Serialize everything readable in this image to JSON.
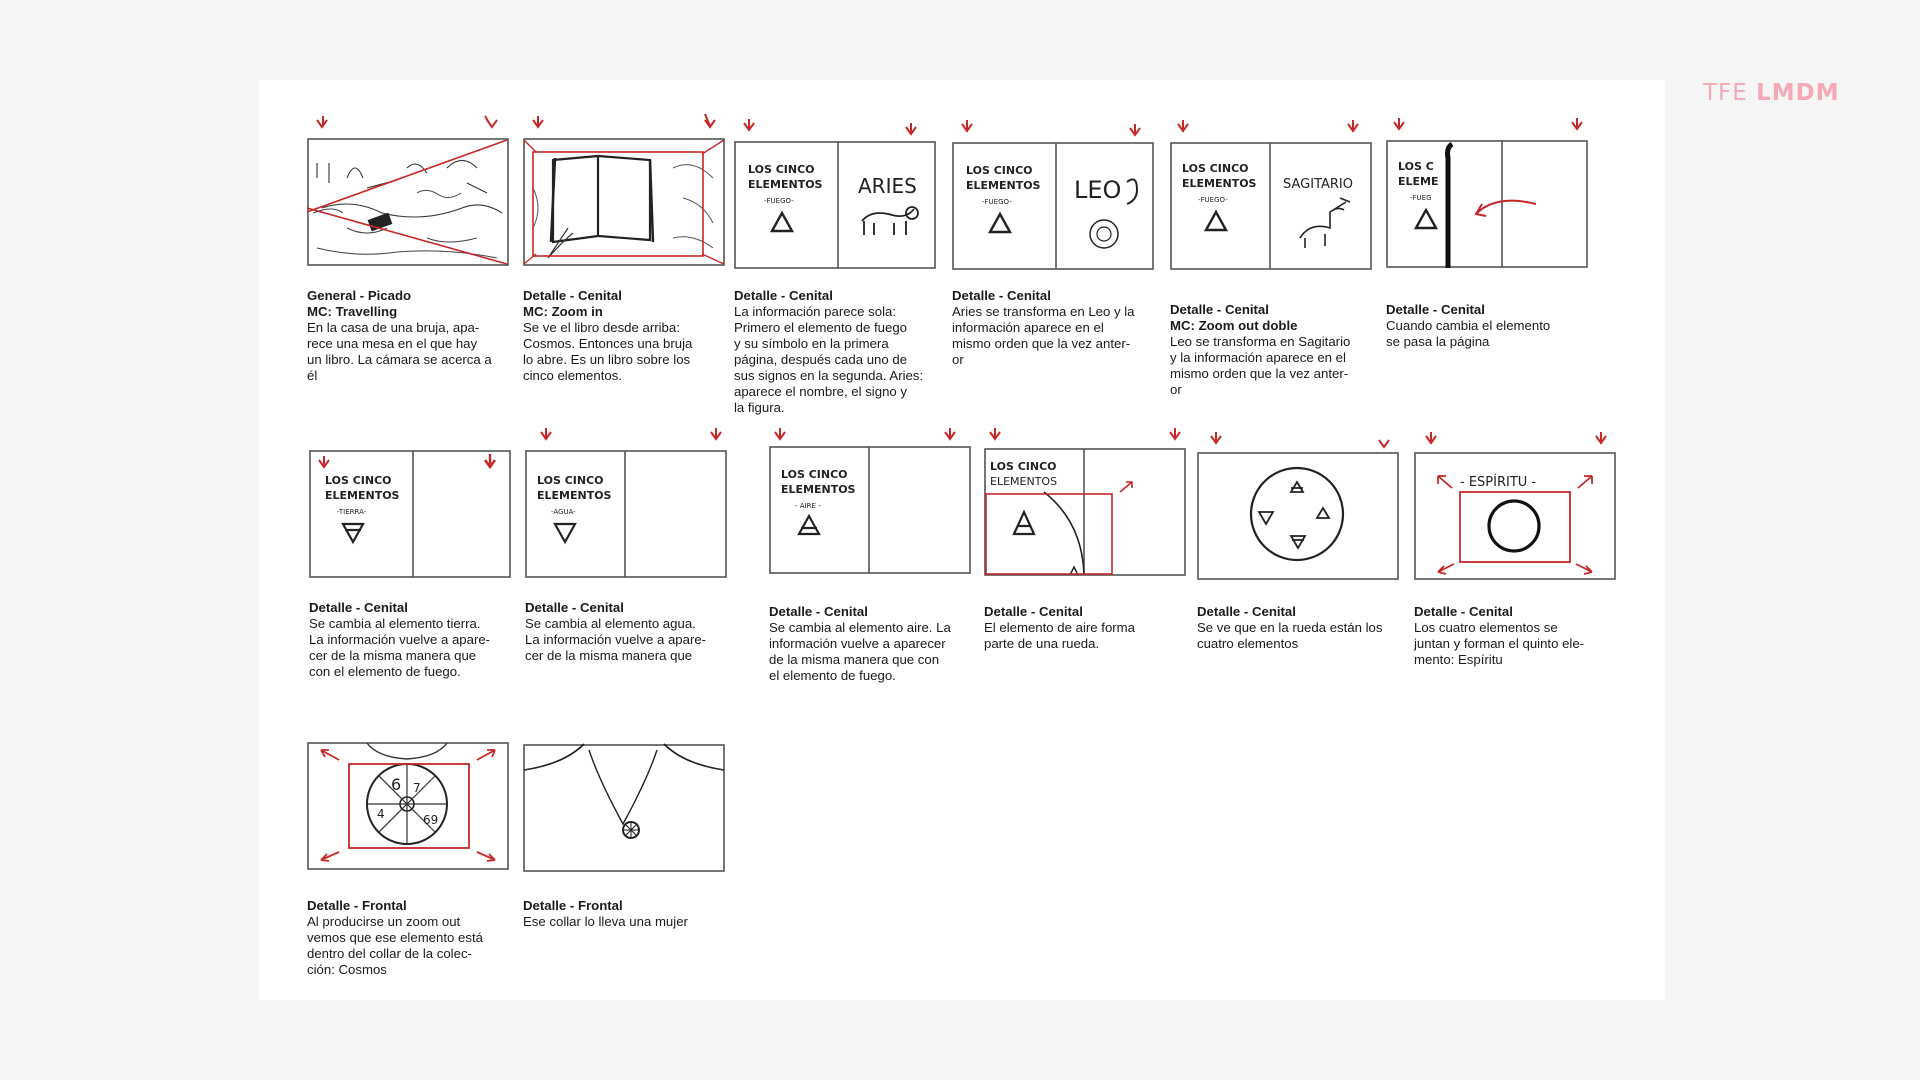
{
  "brand": {
    "light": "TFE ",
    "bold": "LMDM",
    "color": "#f6a8b4"
  },
  "accent": "#c62828",
  "panels": [
    {
      "shot": "General - Picado",
      "move": "MC: Travelling",
      "text": "En la casa de una bruja, apa-\nrece una mesa en el que hay\nun libro. La cámara se acerca a\nél",
      "icon": "table-scene-sketch"
    },
    {
      "shot": "Detalle - Cenital",
      "move": "MC: Zoom in",
      "text": "Se ve el libro desde arriba:\nCosmos. Entonces una bruja\nlo abre. Es un libro sobre los\ncinco elementos.",
      "icon": "open-book-sketch"
    },
    {
      "shot": "Detalle - Cenital",
      "move": "",
      "text": "La información parece sola:\nPrimero el elemento de fuego\ny su símbolo en la primera\npágina, después cada uno de\nsus signos en la segunda. Aries:\naparece el nombre, el signo y\nla figura.",
      "icon": "book-page-aries",
      "title": "LOS CINCO\nELEMENTOS",
      "element": "-FUEGO-",
      "sign": "ARIES"
    },
    {
      "shot": "Detalle - Cenital",
      "move": "",
      "text": "Aries se transforma en Leo y la\ninformación aparece en el\nmismo orden que la vez anter-\nor",
      "icon": "book-page-leo",
      "title": "LOS CINCO\nELEMENTOS",
      "element": "-FUEGO-",
      "sign": "LEO"
    },
    {
      "shot": "Detalle - Cenital",
      "move": "MC: Zoom out doble",
      "text": "Leo se transforma en Sagitario\ny la información aparece en el\nmismo orden que la vez anter-\nor",
      "icon": "book-page-sagitario",
      "title": "LOS CINCO\nELEMENTOS",
      "element": "-FUEGO-",
      "sign": "SAGITARIO"
    },
    {
      "shot": "Detalle - Cenital",
      "move": "",
      "text": "Cuando cambia el elemento\nse pasa la página",
      "icon": "page-turn-sketch",
      "title": "LOS CINCO\nELEMENTOS",
      "element": "-FUEGO-"
    },
    {
      "shot": "Detalle - Cenital",
      "move": "",
      "text": "Se cambia al elemento tierra.\nLa información vuelve a apare-\ncer de la misma manera que\ncon el elemento de fuego.",
      "icon": "book-page-tierra",
      "title": "LOS CINCO\nELEMENTOS",
      "element": "-TIERRA-"
    },
    {
      "shot": "Detalle - Cenital",
      "move": "",
      "text": "Se cambia al elemento agua.\nLa información vuelve a apare-\ncer de la misma manera que",
      "icon": "book-page-agua",
      "title": "LOS CINCO\nELEMENTOS",
      "element": "-AGUA-"
    },
    {
      "shot": "Detalle - Cenital",
      "move": "",
      "text": "Se cambia al elemento aire. La\ninformación vuelve a aparecer\nde la misma manera que con\nel elemento de fuego.",
      "icon": "book-page-aire",
      "title": "LOS CINCO\nELEMENTOS",
      "element": "- AIRE -"
    },
    {
      "shot": "Detalle - Cenital",
      "move": "",
      "text": "El elemento de aire forma\nparte de una rueda.",
      "icon": "air-wheel-sketch",
      "title": "LOS CINCO\nELEMENTOS"
    },
    {
      "shot": "Detalle - Cenital",
      "move": "",
      "text": "Se ve que en la rueda están los\ncuatro elementos",
      "icon": "four-elements-wheel-sketch"
    },
    {
      "shot": "Detalle - Cenital",
      "move": "",
      "text": "Los cuatro elementos se\njuntan y forman el quinto ele-\nmento: Espíritu",
      "icon": "spirit-circle-sketch",
      "label": "- ESPÍRITU -"
    },
    {
      "shot": "Detalle - Frontal",
      "move": "",
      "text": "Al producirse un zoom out\nvemos que ese elemento está\ndentro del collar de la colec-\nción: Cosmos",
      "icon": "pendant-zoom-sketch"
    },
    {
      "shot": "Detalle - Frontal",
      "move": "",
      "text": "Ese collar lo lleva una mujer",
      "icon": "necklace-woman-sketch"
    }
  ]
}
